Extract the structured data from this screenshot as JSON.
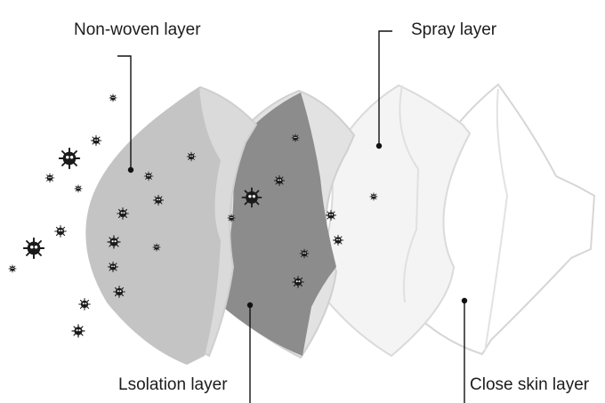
{
  "labels": {
    "non_woven": "Non-woven layer",
    "spray": "Spray layer",
    "isolation": "Lsolation layer",
    "close_skin": "Close skin layer"
  },
  "colors": {
    "non_woven_fill": "#c4c4c4",
    "isolation_fill": "#8c8c8c",
    "spray_fill": "#f4f4f4",
    "close_skin_fill": "#ffffff",
    "outline": "#d4d4d4",
    "particle": "#1a1a1a"
  },
  "icons": {
    "particle": "dust-particle-icon"
  }
}
